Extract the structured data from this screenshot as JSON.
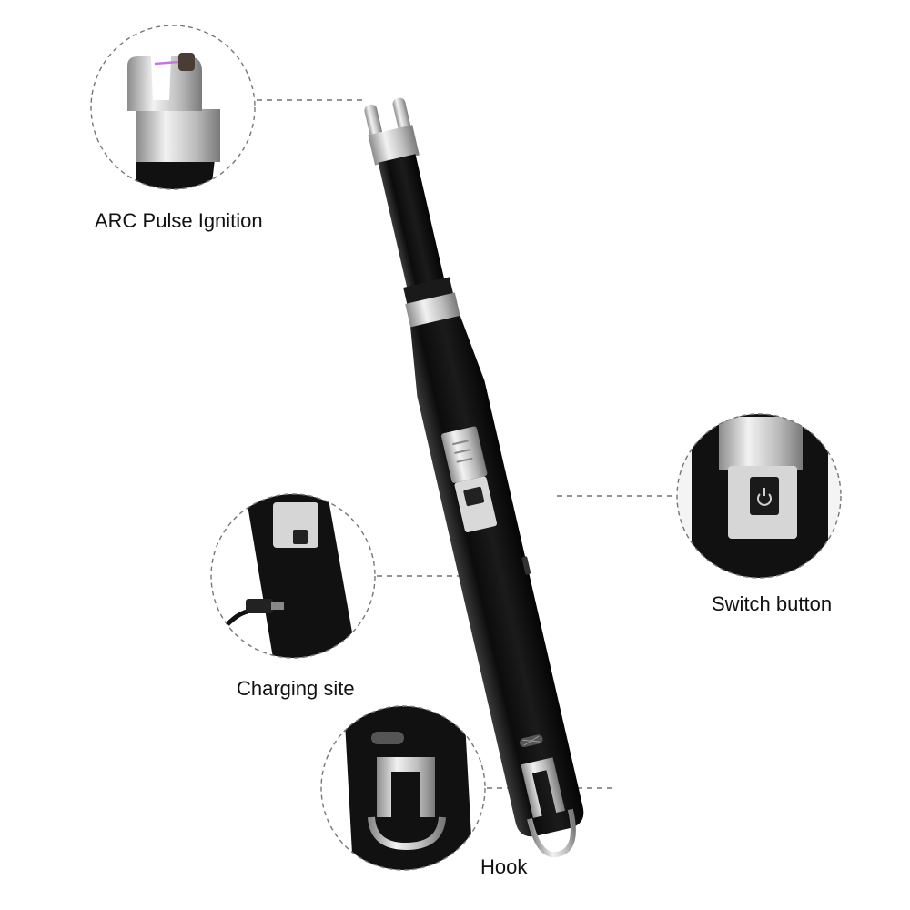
{
  "callouts": {
    "arc_label": "ARC Pulse Ignition",
    "switch_label": "Switch button",
    "charging_label": "Charging site",
    "hook_label": "Hook"
  },
  "colors": {
    "body": "#111111",
    "metal": "#c9c9c9",
    "dashed_line": "#555555",
    "circle_border": "#777777",
    "text": "#111111"
  },
  "icons": [
    "power-icon",
    "usb-cable-icon",
    "arc-spark-icon"
  ]
}
